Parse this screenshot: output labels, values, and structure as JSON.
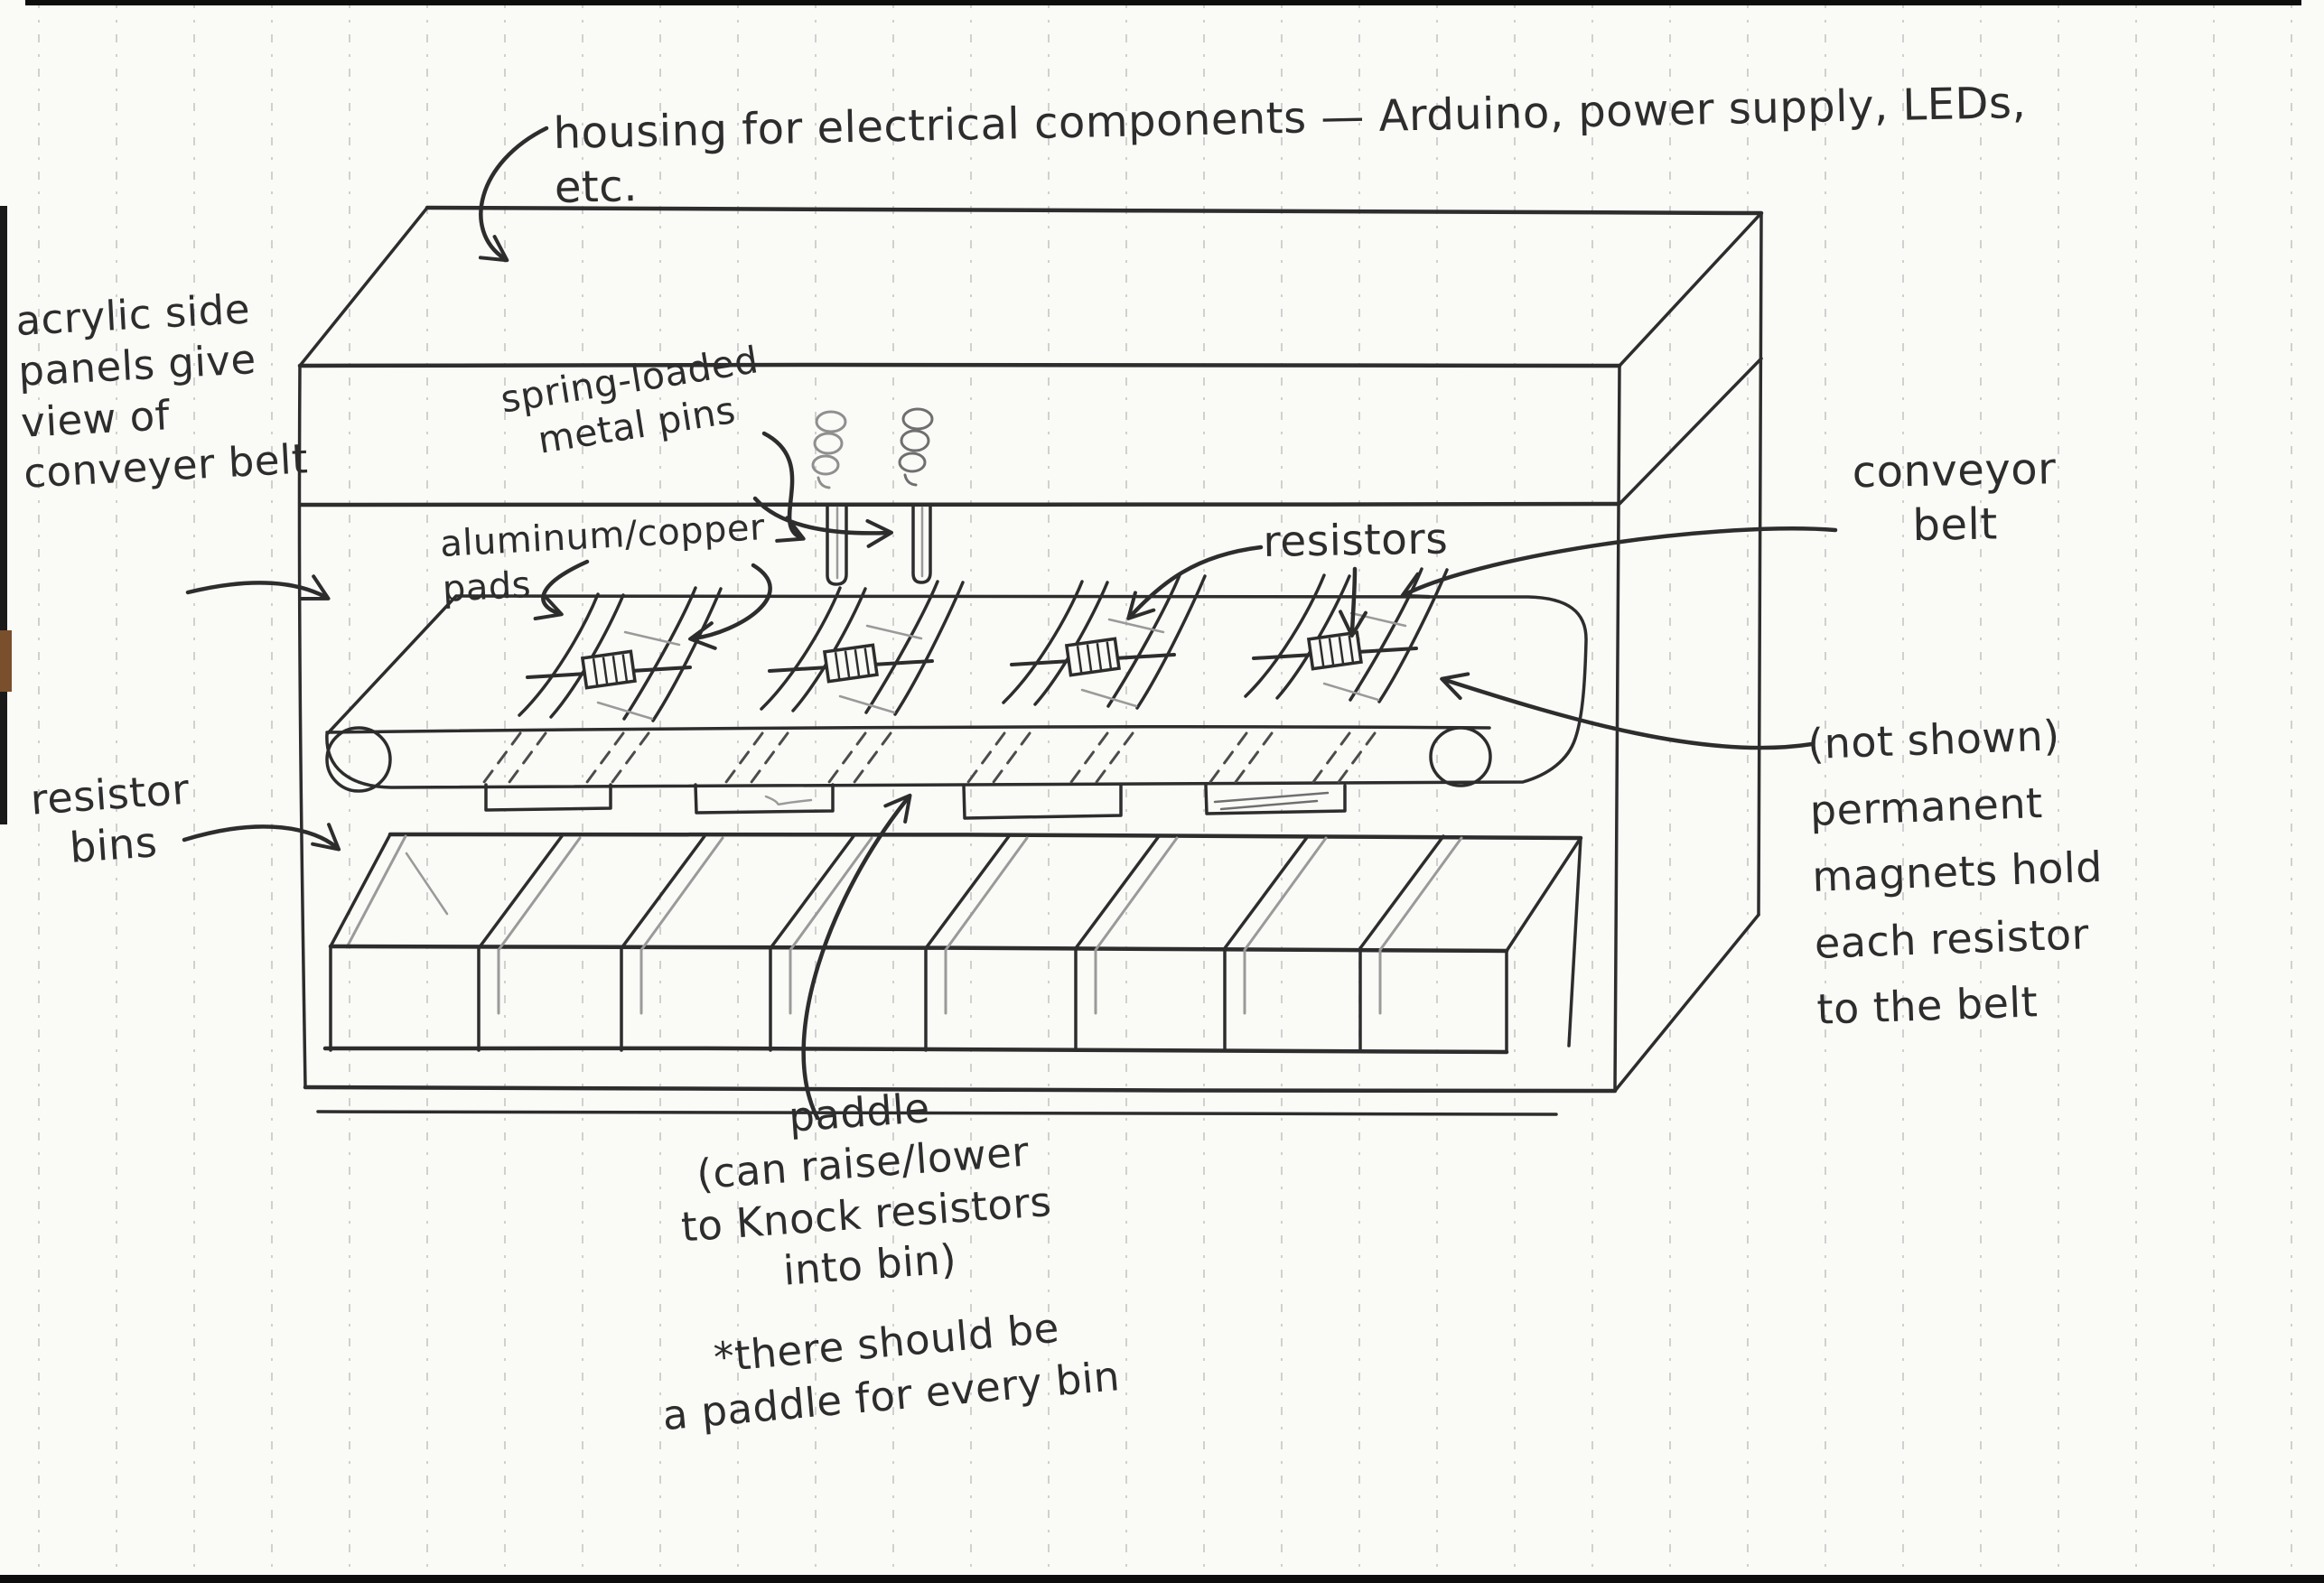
{
  "sketch": {
    "housing_note": "housing for electrical components — Arduino, power supply, LEDs, etc.",
    "labels": {
      "acrylic": "acrylic side\npanels give\nview of\nconveyer belt",
      "spring_pins": "spring-loaded\nmetal pins",
      "pads": "aluminum/copper pads",
      "resistors": "resistors",
      "conveyor": "conveyor\nbelt",
      "magnets": "(not shown)\npermanent\nmagnets hold\neach resistor\nto the belt",
      "bins": "resistor\nbins",
      "paddle": "paddle\n(can raise/lower\nto Knock resistors\ninto bin)",
      "paddle_footnote": "*there should be\na paddle for every bin"
    },
    "colors": {
      "ink": "#2d2d2d",
      "pencil": "#9a9a9a",
      "paper": "#fafaf7",
      "rule_line": "#c6c6c6",
      "scan_edge": "#0d0d0d",
      "scan_spot": "#7a4f2c"
    },
    "drawn_counts": {
      "resistor_assemblies_on_belt": 4,
      "spring_loaded_pins": 2,
      "paddles": 4,
      "bins": 8
    }
  }
}
